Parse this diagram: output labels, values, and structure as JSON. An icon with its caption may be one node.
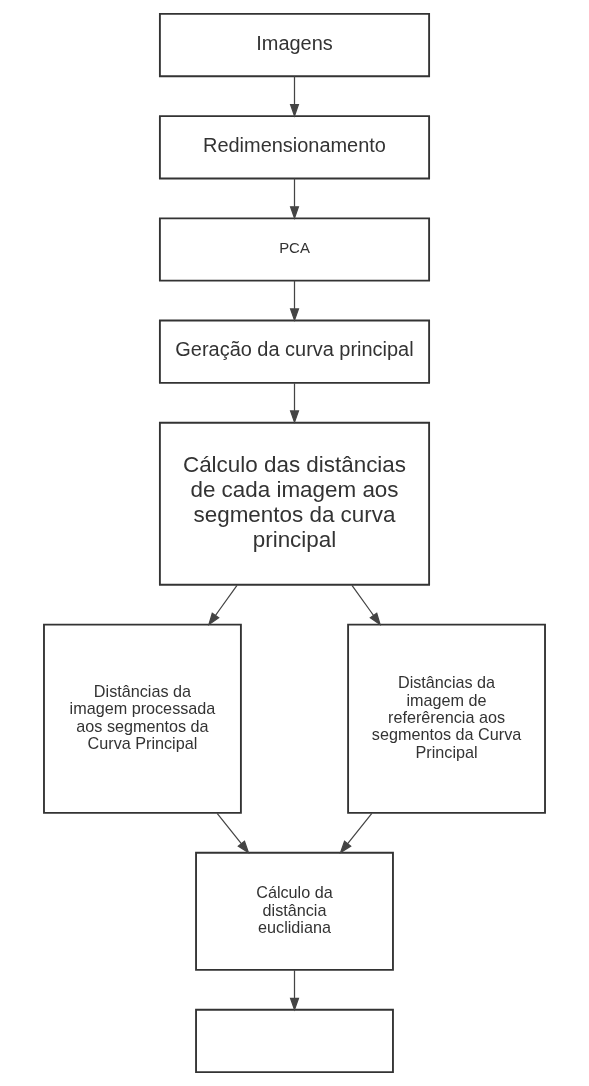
{
  "diagram": {
    "nodes": [
      {
        "text": [
          "Imagens"
        ]
      },
      {
        "text": [
          "Redimensionamento"
        ]
      },
      {
        "text": [
          "PCA"
        ]
      },
      {
        "text": [
          "Geração da curva principal"
        ]
      },
      {
        "text": [
          "Cálculo das distâncias de cada imagem aos segmentos da curva principal"
        ]
      },
      {
        "text": [
          "Distâncias da imagem processada aos segmentos da Curva Principal"
        ]
      },
      {
        "text": [
          "Distâncias da imagem de referêrencia aos segmentos da Curva Principal"
        ]
      },
      {
        "text": [
          "Cálculo da distância euclidiana"
        ]
      },
      {
        "text": [],
        "shape": "box"
      }
    ],
    "edges": [
      {
        "from": 0,
        "to": 1,
        "arrow": "to"
      },
      {
        "from": 1,
        "to": 2,
        "arrow": "to"
      },
      {
        "from": 2,
        "to": 3,
        "arrow": "to"
      },
      {
        "from": 3,
        "to": 4,
        "arrow": "to"
      },
      {
        "from": 4,
        "to": 5,
        "arrow": "to"
      },
      {
        "from": 4,
        "to": 6,
        "arrow": "to"
      },
      {
        "from": 5,
        "to": 7,
        "arrow": "to"
      },
      {
        "from": 6,
        "to": 7,
        "arrow": "to"
      },
      {
        "from": 7,
        "to": 8,
        "arrow": "to"
      }
    ]
  }
}
